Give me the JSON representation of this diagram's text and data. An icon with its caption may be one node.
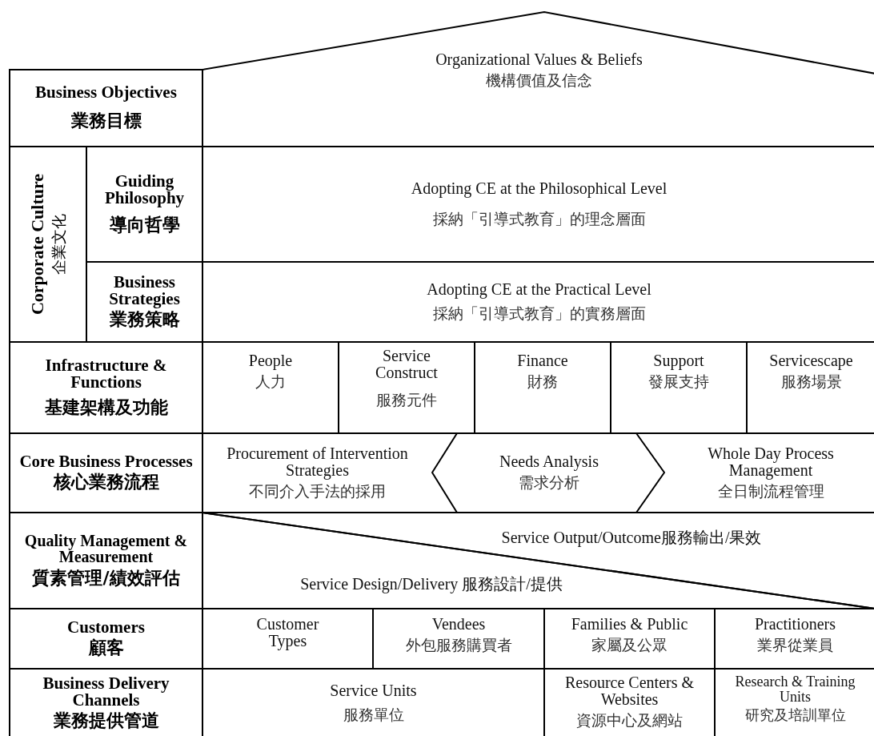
{
  "diagram": {
    "nodes": [
      {
        "text": [
          "Business Objectives",
          "業務目標"
        ]
      },
      {
        "text": [
          "Organizational Values & Beliefs",
          "機構價值及信念"
        ]
      },
      {
        "text": [
          "Corporate Culture",
          "企業文化"
        ]
      },
      {
        "text": [
          "Guiding Philosophy",
          "導向哲學"
        ]
      },
      {
        "text": [
          "Adopting CE at the Philosophical Level",
          "採納「引導式教育」的理念層面"
        ]
      },
      {
        "text": [
          "Business Strategies",
          "業務策略"
        ]
      },
      {
        "text": [
          "Adopting CE at the Practical Level",
          "採納「引導式教育」的實務層面"
        ]
      },
      {
        "text": [
          "Infrastructure & Functions",
          "基建架構及功能"
        ]
      },
      {
        "text": [
          "People",
          "人力"
        ]
      },
      {
        "text": [
          "Service Construct",
          "服務元件"
        ]
      },
      {
        "text": [
          "Finance",
          "財務"
        ]
      },
      {
        "text": [
          "Support",
          "發展支持"
        ]
      },
      {
        "text": [
          "Servicescape",
          "服務場景"
        ]
      },
      {
        "text": [
          "Core Business Processes",
          "核心業務流程"
        ]
      },
      {
        "text": [
          "Procurement of Intervention Strategies",
          "不同介入手法的採用"
        ]
      },
      {
        "text": [
          "Needs Analysis",
          "需求分析"
        ]
      },
      {
        "text": [
          "Whole Day Process Management",
          "全日制流程管理"
        ]
      },
      {
        "text": [
          "Quality Management & Measurement",
          "質素管理/績效評估"
        ]
      },
      {
        "text": [
          "Service Output/Outcome服務輸出/果效"
        ]
      },
      {
        "text": [
          "Service Design/Delivery 服務設計/提供"
        ]
      },
      {
        "text": [
          "Customers",
          "顧客"
        ]
      },
      {
        "text": [
          "Customer Types"
        ]
      },
      {
        "text": [
          "Vendees",
          "外包服務購買者"
        ]
      },
      {
        "text": [
          "Families & Public",
          "家屬及公眾"
        ]
      },
      {
        "text": [
          "Practitioners",
          "業界從業員"
        ]
      },
      {
        "text": [
          "Business Delivery Channels",
          "業務提供管道"
        ]
      },
      {
        "text": [
          "Service Units",
          "服務單位"
        ]
      },
      {
        "text": [
          "Resource Centers & Websites",
          "資源中心及網站"
        ]
      },
      {
        "text": [
          "Research & Training Units",
          "研究及培訓單位"
        ]
      }
    ]
  }
}
